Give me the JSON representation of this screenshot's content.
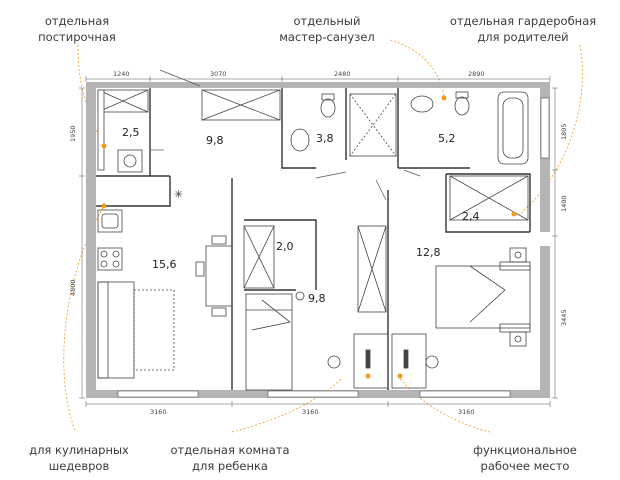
{
  "captions": {
    "laundry": [
      "отдельная",
      "постирочная"
    ],
    "master_bath": [
      "отдельный",
      "мастер-санузел"
    ],
    "wardrobe": [
      "отдельная гардеробная",
      "для родителей"
    ],
    "kitchen": [
      "для кулинарных",
      "шедевров"
    ],
    "kids_room": [
      "отдельная комната",
      "для ребенка"
    ],
    "workplace": [
      "функциональное",
      "рабочее место"
    ]
  },
  "areas": {
    "laundry": "2,5",
    "hall": "9,8",
    "bath_small": "3,8",
    "bath_master": "5,2",
    "wardrobe": "2,4",
    "kitchen": "15,6",
    "storage": "2,0",
    "bedroom": "12,8",
    "kids": "9,8"
  },
  "dimensions": {
    "top": [
      "1240",
      "3070",
      "2480",
      "2890"
    ],
    "bottom": [
      "3160",
      "3160",
      "3160"
    ],
    "left": [
      "1950",
      "4800"
    ],
    "right": [
      "1805",
      "1400",
      "3445"
    ]
  },
  "colors": {
    "wall": "#b4b4b4",
    "accent": "#f39a1e",
    "line": "#333333"
  },
  "icons": [
    "snowflake-icon"
  ]
}
